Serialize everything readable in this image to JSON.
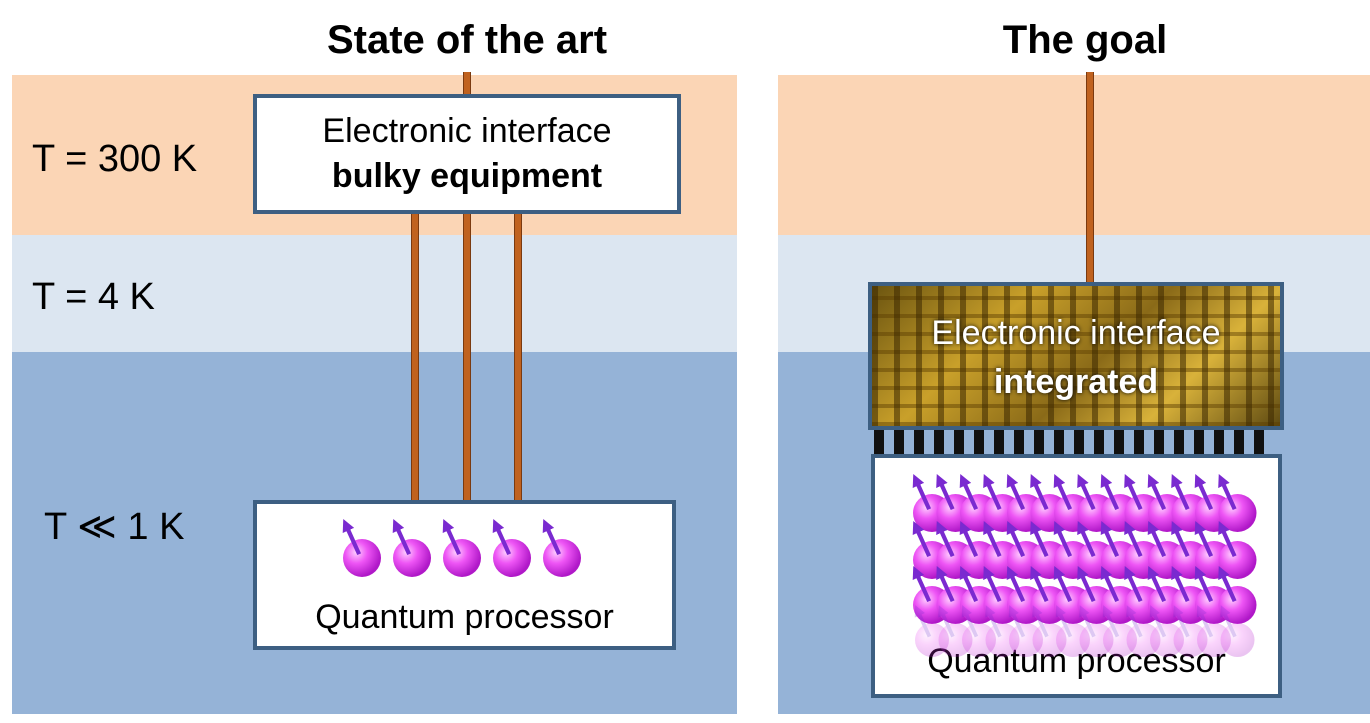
{
  "left_panel": {
    "title": "State of the art",
    "temps": [
      "T = 300 K",
      "T = 4 K",
      "T ≪ 1 K"
    ],
    "interface_line1": "Electronic interface",
    "interface_line2": "bulky equipment",
    "processor_label": "Quantum processor"
  },
  "right_panel": {
    "title": "The goal",
    "interface_line1": "Electronic interface",
    "interface_line2": "integrated",
    "processor_label": "Quantum processor"
  },
  "colors": {
    "band_300K": "#fbd5b5",
    "band_4K": "#dce6f1",
    "band_1K": "#95b3d7",
    "wire": "#c0621f",
    "box_border": "#3d5f82",
    "qubit": "#e040f0",
    "spin_arrow": "#7a2ad0"
  }
}
